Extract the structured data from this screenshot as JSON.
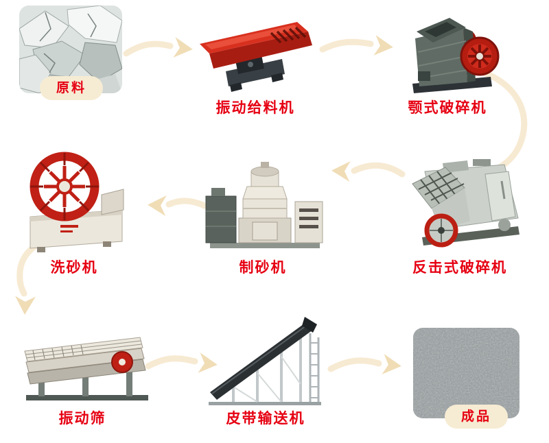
{
  "diagram": {
    "type": "process-flow",
    "description": "Sand and gravel production line flow diagram",
    "nodes": [
      {
        "id": "raw-material",
        "label": "原料",
        "kind": "material-photo"
      },
      {
        "id": "vibrating-feeder",
        "label": "振动给料机",
        "kind": "machine"
      },
      {
        "id": "jaw-crusher",
        "label": "颚式破碎机",
        "kind": "machine"
      },
      {
        "id": "impact-crusher",
        "label": "反击式破碎机",
        "kind": "machine"
      },
      {
        "id": "sand-making-machine",
        "label": "制砂机",
        "kind": "machine"
      },
      {
        "id": "sand-washer",
        "label": "洗砂机",
        "kind": "machine"
      },
      {
        "id": "vibrating-screen",
        "label": "振动筛",
        "kind": "machine"
      },
      {
        "id": "belt-conveyor",
        "label": "皮带输送机",
        "kind": "machine"
      },
      {
        "id": "finished-product",
        "label": "成品",
        "kind": "material-photo"
      }
    ],
    "edges": [
      {
        "from": "raw-material",
        "to": "vibrating-feeder"
      },
      {
        "from": "vibrating-feeder",
        "to": "jaw-crusher"
      },
      {
        "from": "jaw-crusher",
        "to": "impact-crusher"
      },
      {
        "from": "impact-crusher",
        "to": "sand-making-machine"
      },
      {
        "from": "sand-making-machine",
        "to": "sand-washer"
      },
      {
        "from": "sand-washer",
        "to": "vibrating-screen"
      },
      {
        "from": "vibrating-screen",
        "to": "belt-conveyor"
      },
      {
        "from": "belt-conveyor",
        "to": "finished-product"
      }
    ],
    "colors": {
      "label_text": "#e60012",
      "arrow_line": "#f7ead2",
      "arrow_head": "#f0ddb6",
      "badge_background": "#f6ecd3",
      "machine_red": "#c02015",
      "background": "#ffffff"
    }
  }
}
